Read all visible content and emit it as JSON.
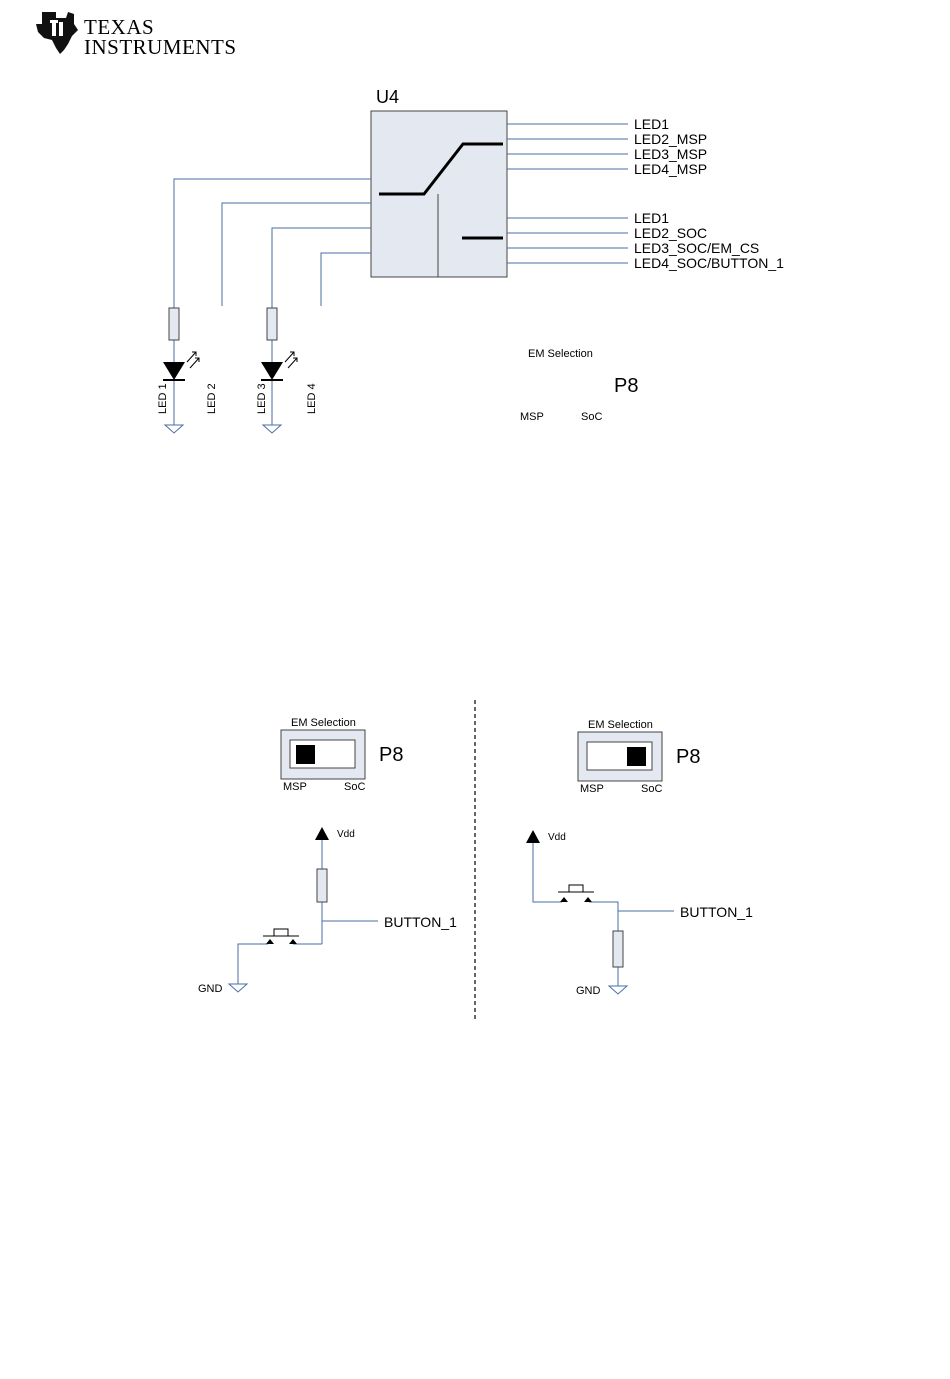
{
  "header": {
    "brand_line1": "TEXAS",
    "brand_line2": "INSTRUMENTS"
  },
  "figure1": {
    "ic_label": "U4",
    "pins_top": [
      "LED1",
      "LED2_MSP",
      "LED3_MSP",
      "LED4_MSP"
    ],
    "pins_bottom": [
      "LED1",
      "LED2_SOC",
      "LED3_SOC/EM_CS",
      "LED4_SOC/BUTTON_1"
    ],
    "led_labels": [
      "LED 1",
      "LED 2",
      "LED 3",
      "LED 4"
    ],
    "switch_title": "EM Selection",
    "switch_ref": "P8",
    "switch_left": "MSP",
    "switch_right": "SoC"
  },
  "figure2": {
    "left": {
      "switch_title": "EM Selection",
      "switch_ref": "P8",
      "switch_left": "MSP",
      "switch_right": "SoC",
      "supply": "Vdd",
      "net": "BUTTON_1",
      "ground": "GND"
    },
    "right": {
      "switch_title": "EM Selection",
      "switch_ref": "P8",
      "switch_left": "MSP",
      "switch_right": "SoC",
      "supply": "Vdd",
      "net": "BUTTON_1",
      "ground": "GND"
    }
  },
  "colors": {
    "wire": "#4a6fa5",
    "ic_fill": "#e4e8f0",
    "ic_stroke": "#444444"
  }
}
